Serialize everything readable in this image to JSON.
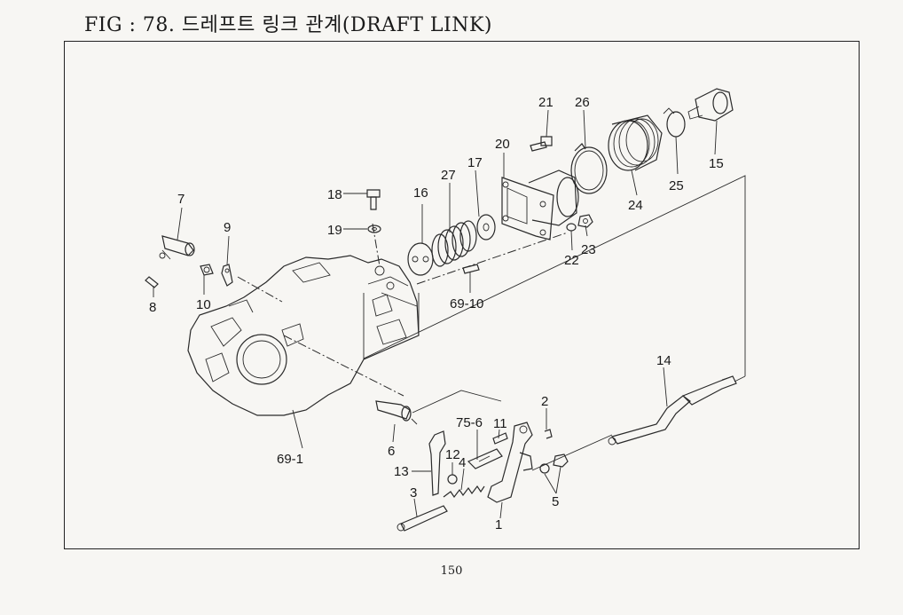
{
  "header": {
    "title": "FIG : 78. 드레프트 링크 관계(DRAFT LINK)"
  },
  "footer": {
    "page_number": "150"
  },
  "diagram": {
    "callouts": [
      "1",
      "2",
      "3",
      "4",
      "5",
      "6",
      "7",
      "8",
      "9",
      "10",
      "11",
      "12",
      "13",
      "14",
      "15",
      "16",
      "17",
      "18",
      "19",
      "20",
      "21",
      "22",
      "23",
      "24",
      "25",
      "26",
      "27",
      "69-1",
      "69-10",
      "75-6"
    ]
  }
}
